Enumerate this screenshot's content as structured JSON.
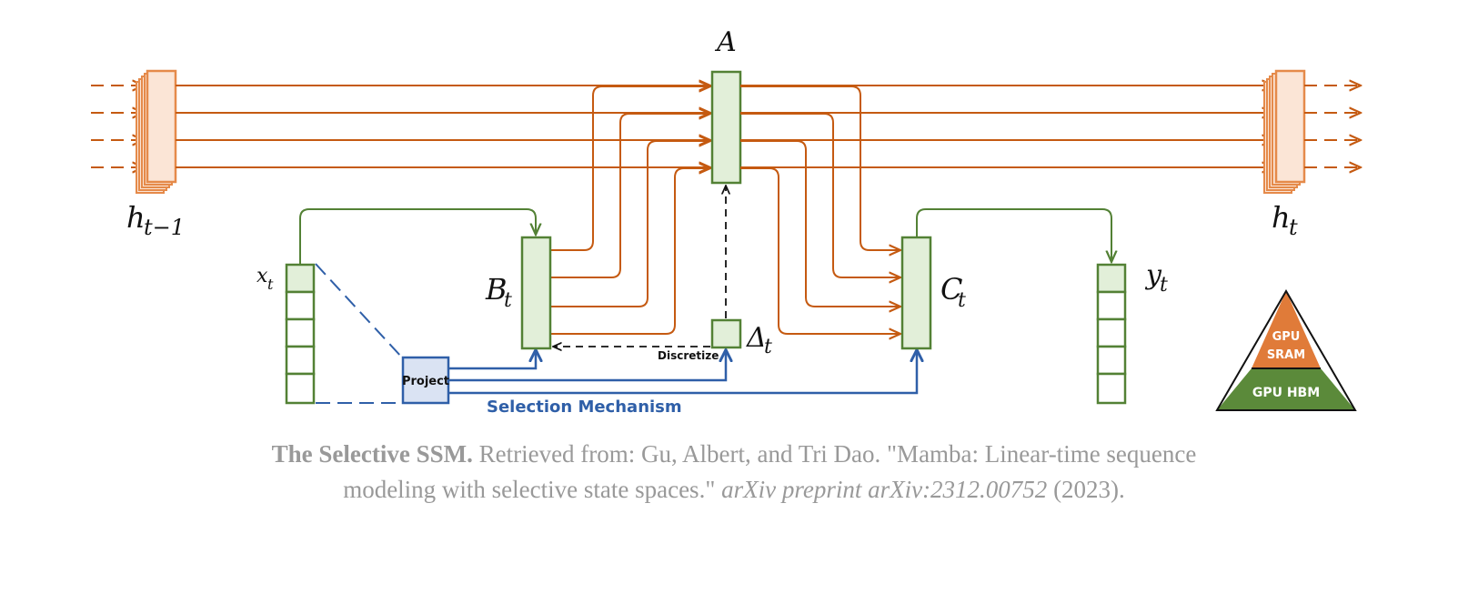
{
  "diagram": {
    "labels": {
      "A": "A",
      "h_prev": "h",
      "h_prev_sub": "t−1",
      "h_t": "h",
      "h_t_sub": "t",
      "x_t": "x",
      "x_t_sub": "t",
      "B_t": "B",
      "B_t_sub": "t",
      "C_t": "C",
      "C_t_sub": "t",
      "delta_t": "Δ",
      "delta_t_sub": "t",
      "y_t": "y",
      "y_t_sub": "t",
      "project": "Project",
      "discretize": "Discretize",
      "selection_mechanism": "Selection Mechanism",
      "gpu_sram_1": "GPU",
      "gpu_sram_2": "SRAM",
      "gpu_hbm": "GPU HBM"
    },
    "colors": {
      "orange": "#c55a11",
      "orange_fill": "#fbe5d6",
      "orange_border": "#e58a4a",
      "green": "#538135",
      "green_fill": "#e2efd9",
      "blue": "#2f5fa8",
      "blue_fill": "#dae3f3",
      "sram": "#e07b39",
      "hbm": "#5b8a3a"
    }
  },
  "caption": {
    "title": "The Selective SSM.",
    "text1": " Retrieved from: Gu, Albert, and Tri Dao. \"Mamba: Linear-time sequence modeling with selective state spaces.\" ",
    "journal": "arXiv preprint arXiv:2312.00752",
    "year": " (2023)."
  }
}
